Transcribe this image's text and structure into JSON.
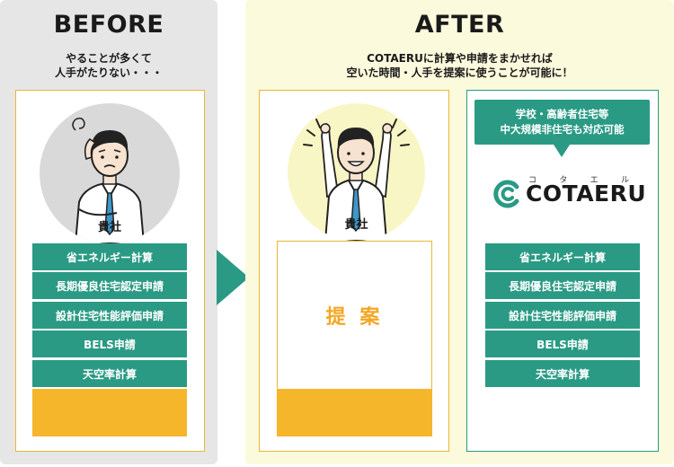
{
  "before": {
    "title": "BEFORE",
    "subtitle_line1": "やることが多くて",
    "subtitle_line2": "人手がたりない・・・",
    "company_label": "貴社",
    "tasks": [
      "省エネルギー計算",
      "長期優良住宅認定申請",
      "設計住宅性能評価申請",
      "BELS申請",
      "天空率計算"
    ]
  },
  "after": {
    "title": "AFTER",
    "subtitle_line1": "COTAERUに計算や申請をまかせれば",
    "subtitle_line2": "空いた時間・人手を提案に使うことが可能に！",
    "company_label": "貴社",
    "proposal_label": "提 案",
    "callout_line1": "学校・高齢者住宅等",
    "callout_line2": "中大規模非住宅も対応可能",
    "logo_ruby": [
      "コ",
      "タ",
      "エ",
      "ル"
    ],
    "logo_text": "COTAERU",
    "tasks": [
      "省エネルギー計算",
      "長期優良住宅認定申請",
      "設計住宅性能評価申請",
      "BELS申請",
      "天空率計算"
    ]
  },
  "colors": {
    "teal": "#2a9a84",
    "yellow": "#f5b62b",
    "before_bg": "#e6e6e6",
    "after_bg": "#fbfadc"
  }
}
